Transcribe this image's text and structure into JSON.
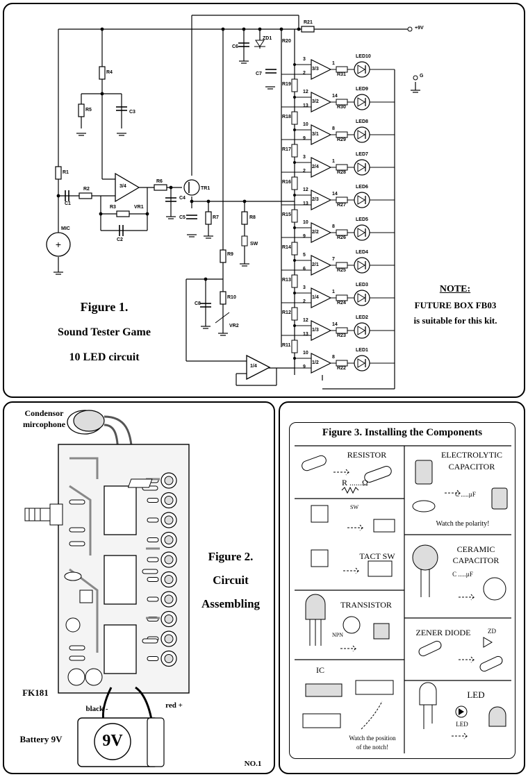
{
  "figure1": {
    "title": "Figure 1.",
    "subtitle1": "Sound Tester Game",
    "subtitle2": "10 LED circuit",
    "supply_label": "+9V",
    "ground_label": "G",
    "note_title": "NOTE:",
    "note_line1": "FUTURE BOX FB03",
    "note_line2": "is suitable for this kit.",
    "parts": {
      "mic": "MIC",
      "c1": "C1",
      "c2": "C2",
      "c3": "C3",
      "c4": "C4",
      "c5": "C5",
      "c6": "C6",
      "c7": "C7",
      "c8": "C8",
      "r1": "R1",
      "r2": "R2",
      "r3": "R3",
      "r4": "R4",
      "r5": "R5",
      "r6": "R6",
      "r7": "R7",
      "r8": "R8",
      "r9": "R9",
      "r10": "R10",
      "r21": "R21",
      "r20": "R20",
      "vr1": "VR1",
      "vr2": "VR2",
      "tr1": "TR1",
      "zd1": "ZD1",
      "sw": "SW",
      "opamp_main": "3/4",
      "opamp_comp": "1/4"
    },
    "led_rows": [
      {
        "led": "LED10",
        "out": "R31",
        "ic": "3/3",
        "pin_plus": "3",
        "pin_minus": "2",
        "pin_out": "1",
        "divider": "R19"
      },
      {
        "led": "LED9",
        "out": "R30",
        "ic": "3/2",
        "pin_plus": "12",
        "pin_minus": "13",
        "pin_out": "14",
        "divider": "R18"
      },
      {
        "led": "LED8",
        "out": "R29",
        "ic": "3/1",
        "pin_plus": "10",
        "pin_minus": "9",
        "pin_out": "8",
        "divider": "R17"
      },
      {
        "led": "LED7",
        "out": "R28",
        "ic": "2/4",
        "pin_plus": "3",
        "pin_minus": "2",
        "pin_out": "1",
        "divider": "R16"
      },
      {
        "led": "LED6",
        "out": "R27",
        "ic": "2/3",
        "pin_plus": "12",
        "pin_minus": "13",
        "pin_out": "14",
        "divider": "R15"
      },
      {
        "led": "LED5",
        "out": "R26",
        "ic": "2/2",
        "pin_plus": "10",
        "pin_minus": "9",
        "pin_out": "8",
        "divider": "R14"
      },
      {
        "led": "LED4",
        "out": "R25",
        "ic": "2/1",
        "pin_plus": "5",
        "pin_minus": "6",
        "pin_out": "7",
        "divider": "R13"
      },
      {
        "led": "LED3",
        "out": "R24",
        "ic": "1/4",
        "pin_plus": "3",
        "pin_minus": "2",
        "pin_out": "1",
        "divider": "R12"
      },
      {
        "led": "LED2",
        "out": "R23",
        "ic": "1/3",
        "pin_plus": "12",
        "pin_minus": "13",
        "pin_out": "14",
        "divider": "R11"
      },
      {
        "led": "LED1",
        "out": "R22",
        "ic": "1/2",
        "pin_plus": "10",
        "pin_minus": "9",
        "pin_out": "8",
        "divider": ""
      }
    ]
  },
  "figure2": {
    "title": "Figure 2.",
    "line1": "Circuit",
    "line2": "Assembling",
    "mic_label1": "Condensor",
    "mic_label2": "mircophone",
    "board_label": "FK181",
    "battery_label": "Battery 9V",
    "battery_value": "9V",
    "black_label": "black -",
    "red_label": "red +",
    "page_no": "NO.1"
  },
  "figure3": {
    "title": "Figure 3. Installing the Components",
    "resistor": "RESISTOR",
    "resistor_formula": "R ......Ω",
    "electrolytic1": "ELECTROLYTIC",
    "electrolytic2": "CAPACITOR",
    "electrolytic_formula": "C .....µF",
    "polarity": "Watch the polarity!",
    "sw": "SW",
    "tact_sw": "TACT SW",
    "ceramic1": "CERAMIC",
    "ceramic2": "CAPACITOR",
    "ceramic_formula": "C .....µF",
    "transistor": "TRANSISTOR",
    "npn": "NPN",
    "zener": "ZENER DIODE",
    "zd": "ZD",
    "ic": "IC",
    "notch1": "Watch the position",
    "notch2": "of the notch!",
    "led": "LED",
    "led_sub": "LED"
  }
}
